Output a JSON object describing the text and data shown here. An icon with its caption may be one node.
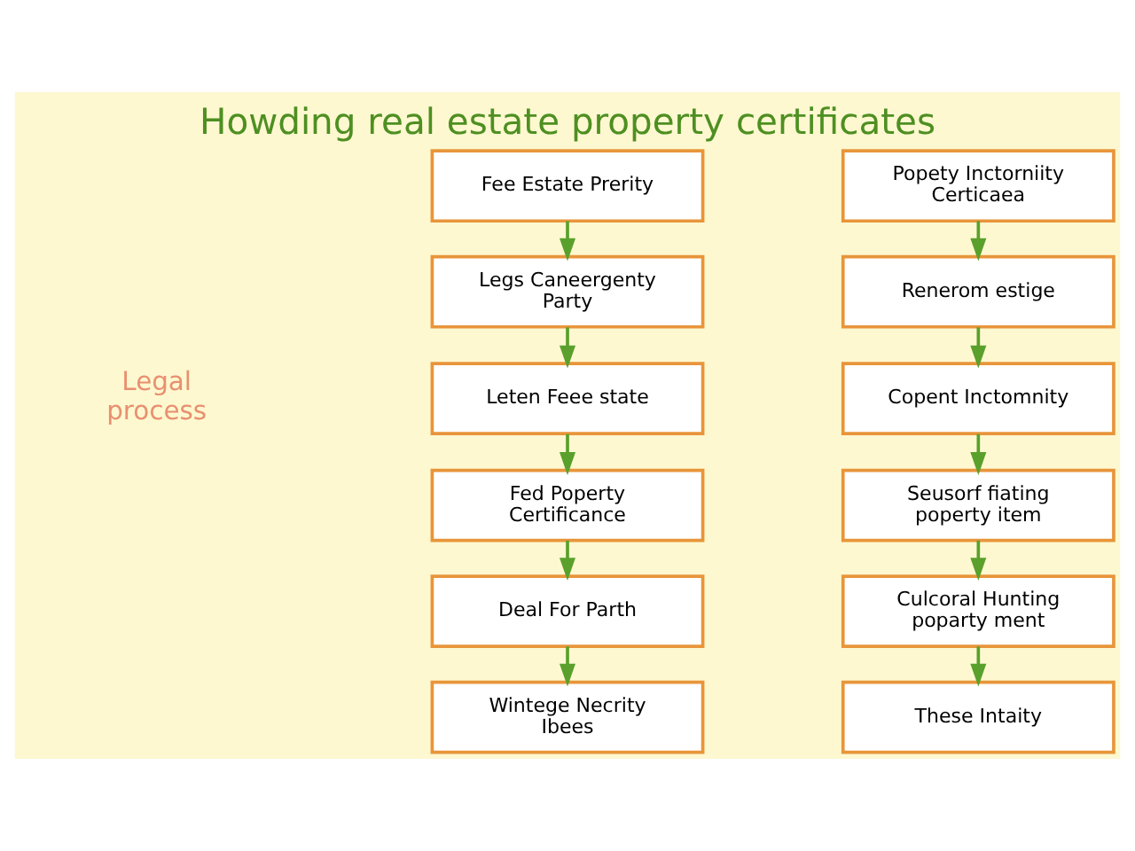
{
  "diagram": {
    "title": "Howding real estate property certificates",
    "nodes": [
      {
        "text": [
          "Fee Estate Prerity"
        ]
      },
      {
        "text": [
          "Legs Caneergenty Party"
        ]
      },
      {
        "text": [
          "Leten Feee state"
        ]
      },
      {
        "text": [
          "Fed Poperty Certificance"
        ]
      },
      {
        "text": [
          "Deal For Parth"
        ]
      },
      {
        "text": [
          "Wintege Necrity Ibees"
        ]
      },
      {
        "text": [
          "Popety Inctorniity Certicaea"
        ]
      },
      {
        "text": [
          "Renerom estige"
        ]
      },
      {
        "text": [
          "Copent Inctomnity"
        ]
      },
      {
        "text": [
          "Seusorf fiating poperty item"
        ]
      },
      {
        "text": [
          "Culcoral Hunting poparty ment"
        ]
      },
      {
        "text": [
          "These Intaity"
        ]
      }
    ],
    "edges": [
      {
        "from": 0,
        "to": 1,
        "arrow": "to"
      },
      {
        "from": 1,
        "to": 2,
        "arrow": "to"
      },
      {
        "from": 2,
        "to": 3,
        "arrow": "to"
      },
      {
        "from": 3,
        "to": 4,
        "arrow": "to"
      },
      {
        "from": 4,
        "to": 5,
        "arrow": "to"
      },
      {
        "from": 6,
        "to": 7,
        "arrow": "to"
      },
      {
        "from": 7,
        "to": 8,
        "arrow": "to"
      },
      {
        "from": 8,
        "to": 9,
        "arrow": "to"
      },
      {
        "from": 9,
        "to": 10,
        "arrow": "to"
      },
      {
        "from": 10,
        "to": 11,
        "arrow": "to"
      }
    ],
    "labels": [
      "Legal process"
    ]
  }
}
